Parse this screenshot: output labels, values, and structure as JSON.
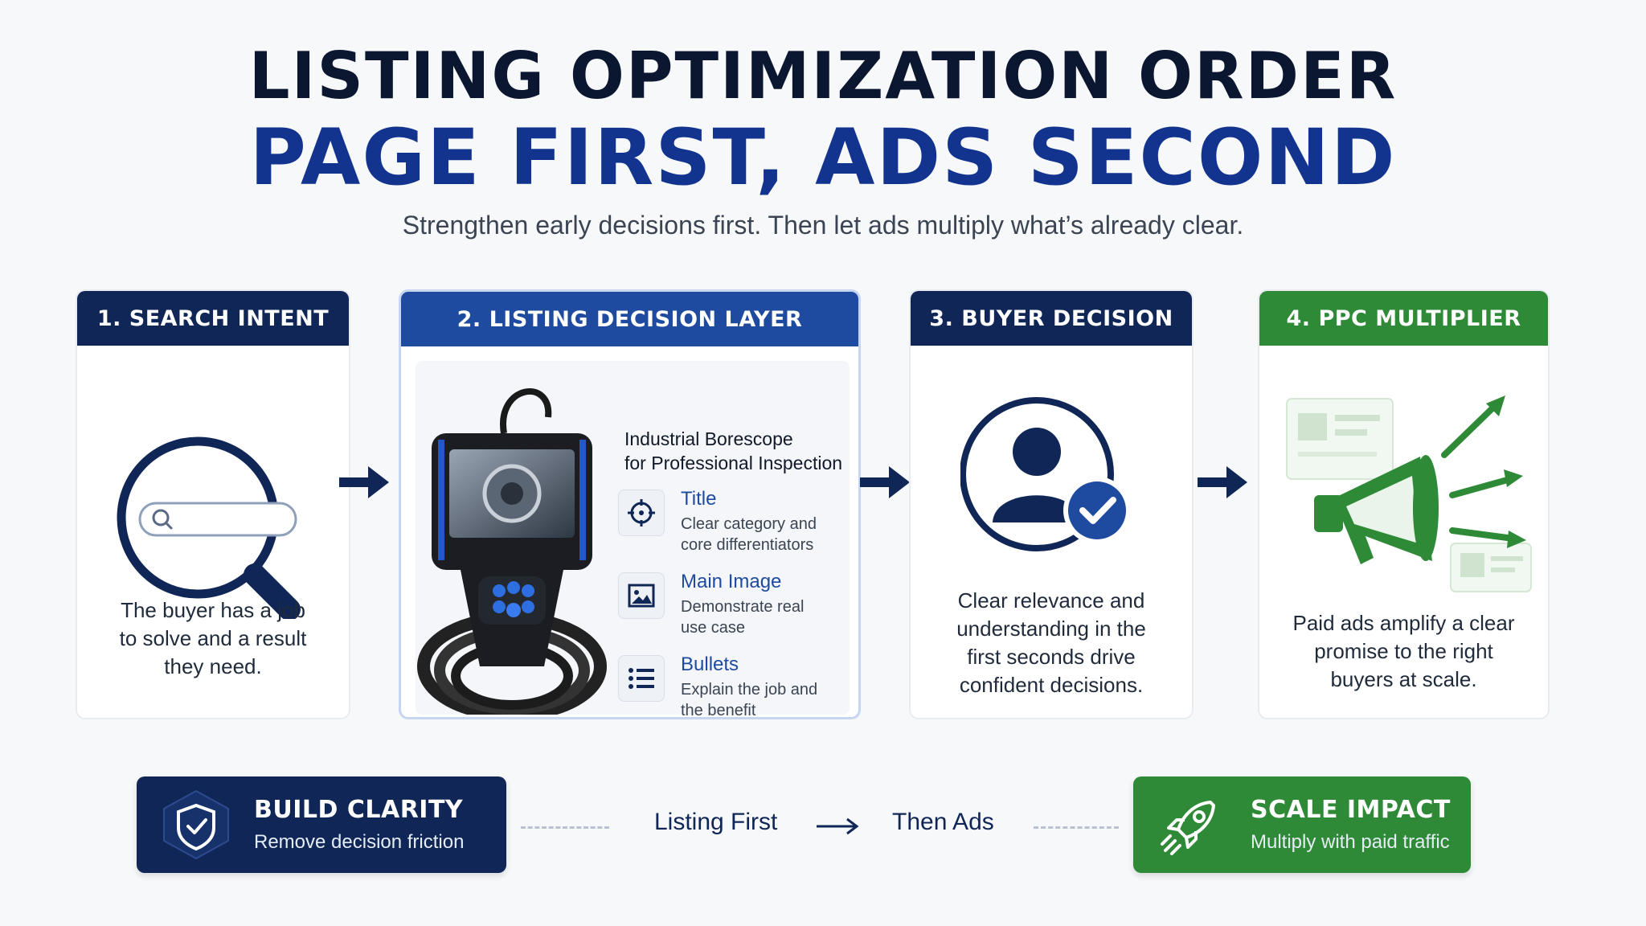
{
  "header": {
    "title_line1": "LISTING OPTIMIZATION ORDER",
    "title_line2": "PAGE FIRST, ADS SECOND",
    "subtitle": "Strengthen early decisions first. Then let ads multiply what’s already clear."
  },
  "steps": [
    {
      "label": "1. SEARCH INTENT",
      "text": [
        "The buyer has a job",
        "to solve and a result",
        "they need."
      ]
    },
    {
      "label": "2. LISTING DECISION LAYER",
      "product_title": [
        "Industrial Borescope",
        "for Professional Inspection"
      ],
      "features": [
        {
          "title": "Title",
          "desc": [
            "Clear category and",
            "core differentiators"
          ],
          "icon": "crosshair-icon"
        },
        {
          "title": "Main Image",
          "desc": [
            "Demonstrate real",
            "use case"
          ],
          "icon": "image-icon"
        },
        {
          "title": "Bullets",
          "desc": [
            "Explain the job and",
            "the benefit"
          ],
          "icon": "list-icon"
        }
      ]
    },
    {
      "label": "3. BUYER DECISION",
      "text": [
        "Clear relevance and",
        "understanding in the",
        "first seconds drive",
        "confident decisions."
      ]
    },
    {
      "label": "4. PPC MULTIPLIER",
      "text": [
        "Paid ads amplify a clear",
        "promise to the right",
        "buyers at scale."
      ]
    }
  ],
  "footer": {
    "left_button": {
      "title": "BUILD CLARITY",
      "sub": "Remove decision friction",
      "icon": "shield-check-icon"
    },
    "flow_left": "Listing First",
    "flow_right": "Then Ads",
    "right_button": {
      "title": "SCALE IMPACT",
      "sub": "Multiply with paid traffic",
      "icon": "rocket-icon"
    }
  },
  "colors": {
    "navy": "#0f2656",
    "blue": "#1e4aa0",
    "title_blue": "#12348f",
    "green": "#2f8a37"
  }
}
